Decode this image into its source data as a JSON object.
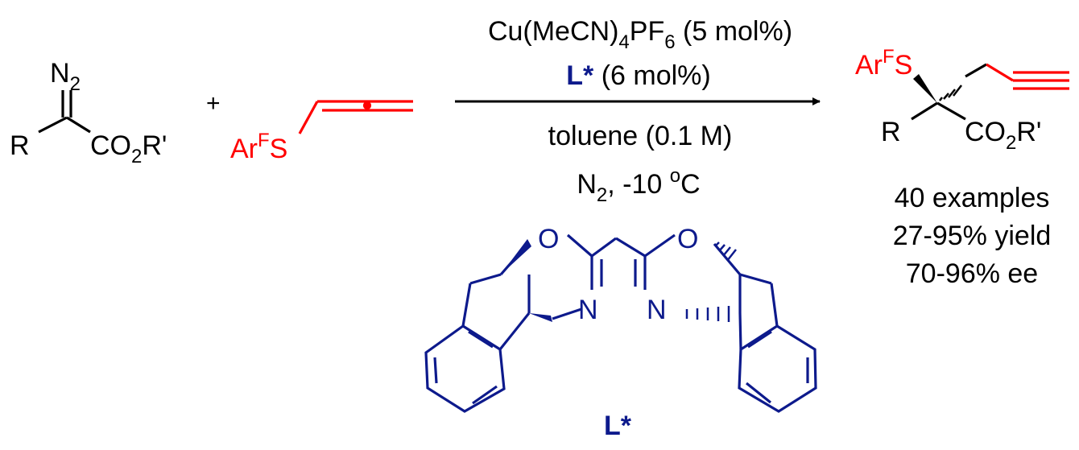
{
  "colors": {
    "black": "#000000",
    "red": "#ff0000",
    "blue": "#0d1a8c"
  },
  "reactant1": {
    "n2": "N",
    "n2_sub": "2",
    "r": "R",
    "ester": "CO",
    "ester_sub": "2",
    "ester_r": "R'"
  },
  "plus": "+",
  "reactant2": {
    "ar": "Ar",
    "ar_sup": "F",
    "s": "S"
  },
  "conditions": {
    "catalyst_a": "Cu(MeCN)",
    "catalyst_sub1": "4",
    "catalyst_b": "PF",
    "catalyst_sub2": "6",
    "catalyst_c": " (5 mol%)",
    "ligand_bold": "L*",
    "ligand_rest": " (6 mol%)",
    "solvent": "toluene (0.1 M)",
    "atm": "N",
    "atm_sub": "2",
    "temp": ", -10 ",
    "temp_deg": "o",
    "temp_unit": "C"
  },
  "ligand": {
    "o": "O",
    "n": "N",
    "label": "L*"
  },
  "product": {
    "ar": "Ar",
    "ar_sup": "F",
    "s": "S",
    "r": "R",
    "ester": "CO",
    "ester_sub": "2",
    "ester_r": "R'"
  },
  "results": {
    "line1": "40 examples",
    "line2": "27-95% yield",
    "line3": "70-96% ee"
  }
}
